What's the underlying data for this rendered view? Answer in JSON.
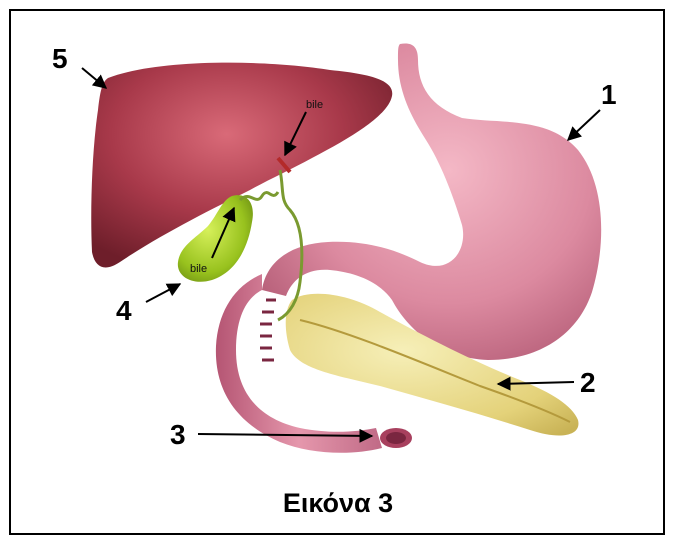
{
  "labels": {
    "stomach": "1",
    "pancreas": "2",
    "duodenum": "3",
    "gallbladder": "4",
    "liver": "5"
  },
  "annotations": {
    "bile_liver": "bile",
    "bile_gallbladder": "bile"
  },
  "caption": "Εικόνα 3",
  "colors": {
    "liver": "#8f2a38",
    "stomach": "#d9859a",
    "pancreas": "#e8d98a",
    "gallbladder": "#9fc525",
    "duct": "#7a9a30",
    "border": "#000000"
  }
}
